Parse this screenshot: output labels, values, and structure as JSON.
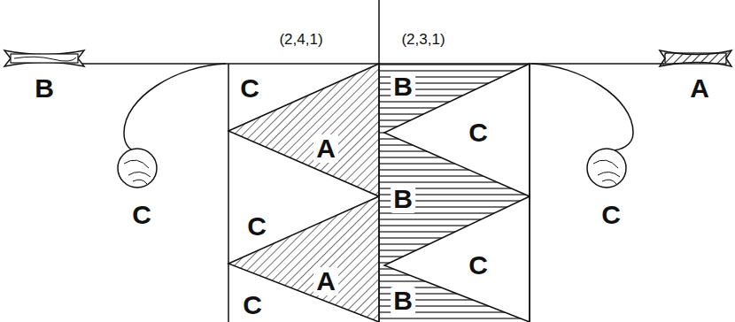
{
  "diagram": {
    "labels": [
      "(2,4,1)",
      "(2,3,1)",
      "B",
      "A",
      "C",
      "C",
      "C",
      "A",
      "C",
      "A",
      "C",
      "B",
      "C",
      "B",
      "C",
      "B"
    ]
  }
}
